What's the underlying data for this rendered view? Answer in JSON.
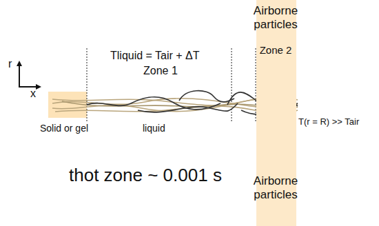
{
  "diagram": {
    "nodes": [
      {
        "text": [
          "Airborne particles",
          "Zone 2",
          "Airborne particles"
        ]
      }
    ],
    "labels": [
      "r",
      "x",
      "Tliquid = Tair + ΔT",
      "Zone 1",
      "Solid or gel",
      "liquid",
      "T(r = R) >> Tair",
      "thot zone ~ 0.001 s"
    ]
  }
}
